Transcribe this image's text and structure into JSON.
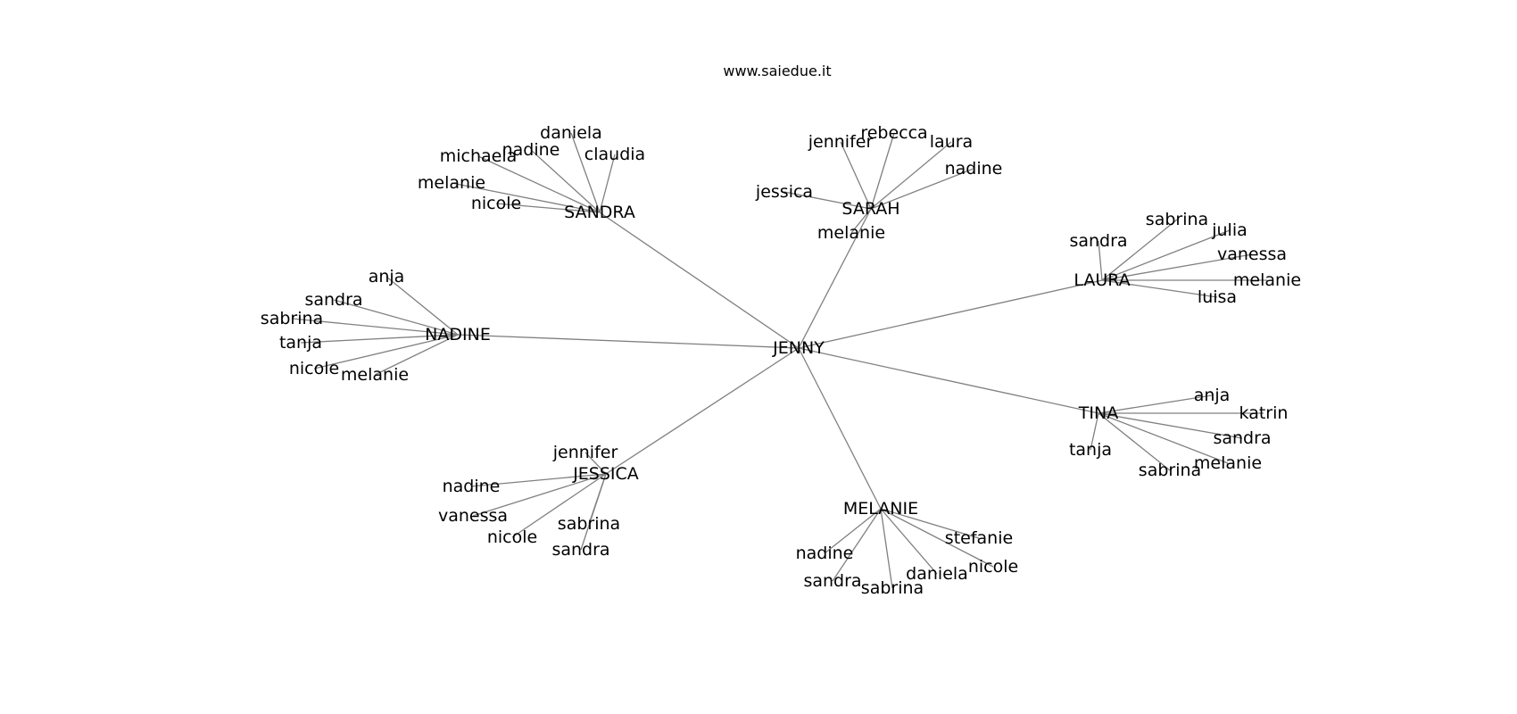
{
  "title": "www.saiedue.it",
  "colors": {
    "edge": "#808080",
    "text": "#000000",
    "background": "#ffffff"
  },
  "graph": {
    "center": "JENNY",
    "hubs": [
      {
        "name": "SANDRA",
        "leaves": [
          "daniela",
          "nadine",
          "claudia",
          "michaela",
          "melanie",
          "nicole"
        ]
      },
      {
        "name": "SARAH",
        "leaves": [
          "jennifer",
          "rebecca",
          "laura",
          "nadine",
          "jessica",
          "melanie"
        ]
      },
      {
        "name": "LAURA",
        "leaves": [
          "sabrina",
          "julia",
          "sandra",
          "vanessa",
          "melanie",
          "luisa"
        ]
      },
      {
        "name": "NADINE",
        "leaves": [
          "anja",
          "sandra",
          "sabrina",
          "tanja",
          "nicole",
          "melanie"
        ]
      },
      {
        "name": "TINA",
        "leaves": [
          "anja",
          "katrin",
          "sandra",
          "tanja",
          "melanie",
          "sabrina"
        ]
      },
      {
        "name": "JESSICA",
        "leaves": [
          "jennifer",
          "nadine",
          "vanessa",
          "nicole",
          "sabrina",
          "sandra"
        ]
      },
      {
        "name": "MELANIE",
        "leaves": [
          "stefanie",
          "nadine",
          "nicole",
          "daniela",
          "sandra",
          "sabrina"
        ]
      }
    ]
  }
}
